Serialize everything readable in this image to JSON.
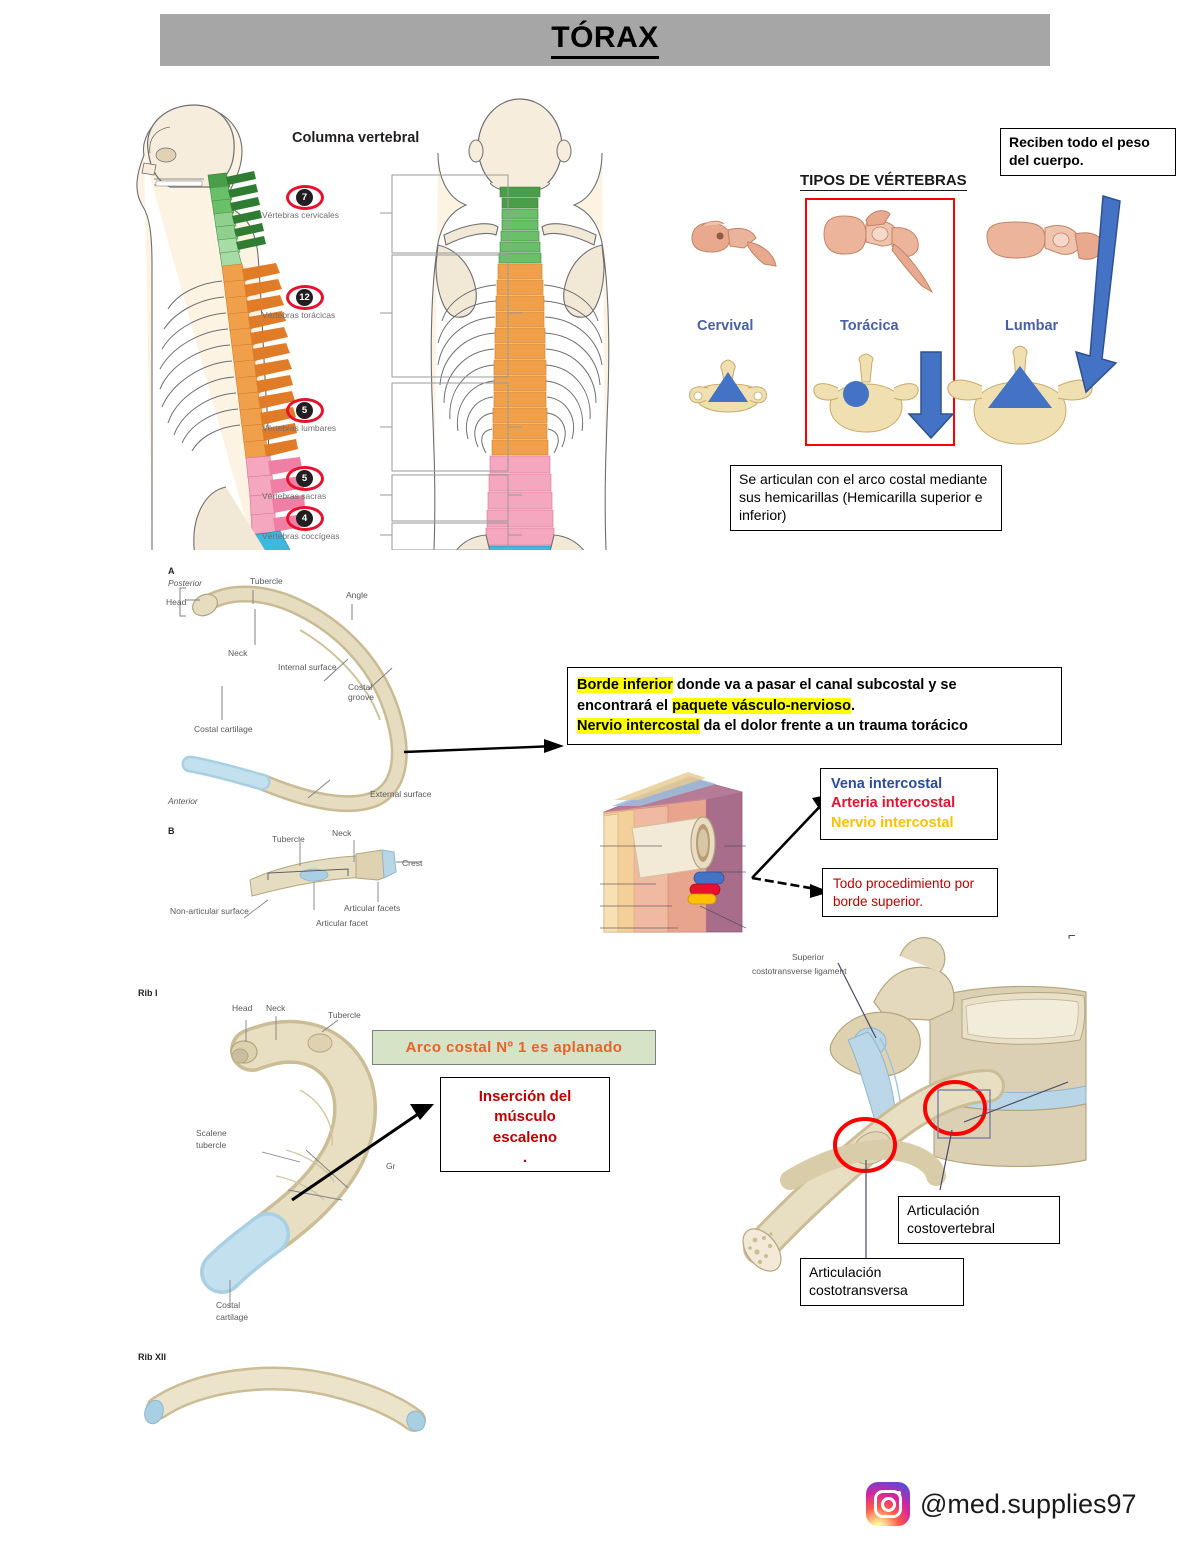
{
  "title": "TÓRAX",
  "spine_panel": {
    "section_title": "Columna vertebral",
    "regions": [
      {
        "count": "7",
        "label": "Vértebras cervicales",
        "color": "#6abf69"
      },
      {
        "count": "12",
        "label": "Vértebras torácicas",
        "color": "#f0a04b"
      },
      {
        "count": "5",
        "label": "Vértebras lumbares",
        "color": "#f5a7c0"
      },
      {
        "count": "5",
        "label": "Vértebras sacras",
        "color": "#3fb8e0"
      },
      {
        "count": "4",
        "label": "Vértebras coccígeas",
        "color": "#9b2d8f"
      }
    ]
  },
  "vertebra_types": {
    "heading": "TIPOS DE VÉRTEBRAS",
    "types": [
      {
        "name": "Cervival"
      },
      {
        "name": "Torácica"
      },
      {
        "name": "Lumbar"
      }
    ],
    "highlight_color": "#ff0000",
    "note_weight": "Reciben todo el peso del cuerpo.",
    "note_hemifacets": "Se articulan con el arco costal mediante sus hemicarillas (Hemicarilla superior e inferior)"
  },
  "rib_a": {
    "panel_letter": "A",
    "labels": {
      "posterior": "Posterior",
      "head": "Head",
      "neck": "Neck",
      "tubercle": "Tubercle",
      "angle": "Angle",
      "internal_surface": "Internal surface",
      "costal_groove_1": "Costal",
      "costal_groove_2": "groove",
      "costal_cartilage": "Costal cartilage",
      "external_surface": "External surface",
      "anterior": "Anterior"
    }
  },
  "rib_b": {
    "panel_letter": "B",
    "labels": {
      "tubercle": "Tubercle",
      "neck": "Neck",
      "crest": "Crest",
      "non_articular_surface": "Non-articular surface",
      "articular_facet": "Articular facet",
      "articular_facets": "Articular facets"
    }
  },
  "intercostal": {
    "highlight_note": {
      "line1_hl": "Borde inferior",
      "line1_rest": " donde va a pasar el canal subcostal y se",
      "line2_pre": "encontrará el ",
      "line2_hl": "paquete vásculo-nervioso",
      "line2_post": ".",
      "line3_hl": "Nervio intercostal",
      "line3_rest": " da el dolor frente a un trauma torácico"
    },
    "legend": [
      {
        "text": "Vena intercostal",
        "color": "#2b4c9b"
      },
      {
        "text": "Arteria intercostal",
        "color": "#e8112d"
      },
      {
        "text": "Nervio intercostal",
        "color": "#ffc000"
      }
    ],
    "procedure_note": "Todo procedimiento por borde superior."
  },
  "rib_one": {
    "panel_label": "Rib I",
    "labels": {
      "head": "Head",
      "neck": "Neck",
      "tubercle": "Tubercle",
      "scalene_1": "Scalene",
      "scalene_2": "tubercle",
      "groove": "Gr",
      "costal_1": "Costal",
      "costal_2": "cartilage"
    },
    "green_note": "Arco costal Nº 1 es aplanado",
    "red_note_l1": "Inserción del",
    "red_note_l2": "músculo",
    "red_note_l3": "escaleno",
    "red_note_l4": "."
  },
  "rib_twelve": {
    "panel_label": "Rib XII"
  },
  "costovertebral": {
    "ligament_l1": "Superior",
    "ligament_l2": "costotransverse ligament",
    "joint_costovertebral_l1": "Articulación",
    "joint_costovertebral_l2": "costovertebral",
    "joint_costotransverse_l1": "Articulación",
    "joint_costotransverse_l2": "costotransversa",
    "marker_color": "#ff0000"
  },
  "watermark": {
    "handle": "@med.supplies97",
    "icon": "instagram-icon"
  }
}
